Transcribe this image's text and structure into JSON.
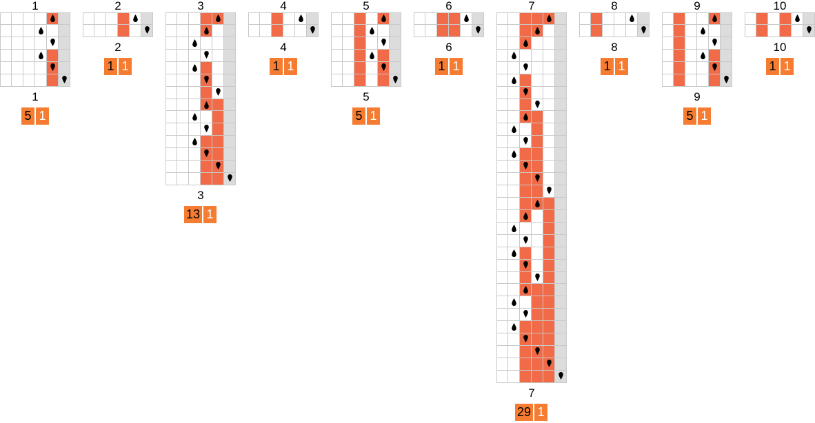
{
  "colors": {
    "active_cell": "#f26b48",
    "badge": "#f57c30",
    "gray_column": "#dcdcdc",
    "grid_line": "#c9c9c9"
  },
  "legend": {
    "marker_up": "drop-up-icon",
    "marker_down": "drop-down-icon"
  },
  "panels": [
    {
      "id": "1",
      "title": "1",
      "label": "1",
      "badge": [
        "5",
        "1"
      ],
      "rows": [
        {
          "on": [
            4
          ],
          "marker": {
            "col": 4,
            "dir": "up"
          }
        },
        {
          "on": [],
          "marker": {
            "col": 3,
            "dir": "up"
          }
        },
        {
          "on": [],
          "marker": {
            "col": 4,
            "dir": "down"
          }
        },
        {
          "on": [
            4
          ],
          "marker": {
            "col": 3,
            "dir": "up"
          }
        },
        {
          "on": [
            4
          ],
          "marker": {
            "col": 4,
            "dir": "down"
          }
        },
        {
          "on": [
            4
          ],
          "marker": {
            "col": 5,
            "dir": "down"
          }
        }
      ]
    },
    {
      "id": "2",
      "title": "2",
      "label": "2",
      "badge": [
        "1",
        "1"
      ],
      "rows": [
        {
          "on": [
            3
          ],
          "marker": {
            "col": 4,
            "dir": "up"
          }
        },
        {
          "on": [
            3
          ],
          "marker": {
            "col": 5,
            "dir": "down"
          }
        }
      ]
    },
    {
      "id": "3",
      "title": "3",
      "label": "3",
      "badge": [
        "13",
        "1"
      ],
      "rows": [
        {
          "on": [
            3,
            4
          ],
          "marker": {
            "col": 4,
            "dir": "up"
          }
        },
        {
          "on": [
            3
          ],
          "marker": {
            "col": 3,
            "dir": "up"
          }
        },
        {
          "on": [],
          "marker": {
            "col": 2,
            "dir": "up"
          }
        },
        {
          "on": [],
          "marker": {
            "col": 3,
            "dir": "down"
          }
        },
        {
          "on": [
            3
          ],
          "marker": {
            "col": 2,
            "dir": "up"
          }
        },
        {
          "on": [
            3
          ],
          "marker": {
            "col": 3,
            "dir": "down"
          }
        },
        {
          "on": [
            3
          ],
          "marker": {
            "col": 4,
            "dir": "down"
          }
        },
        {
          "on": [
            3,
            4
          ],
          "marker": {
            "col": 3,
            "dir": "up"
          }
        },
        {
          "on": [
            4
          ],
          "marker": {
            "col": 2,
            "dir": "up"
          }
        },
        {
          "on": [
            4
          ],
          "marker": {
            "col": 3,
            "dir": "down"
          }
        },
        {
          "on": [
            3,
            4
          ],
          "marker": {
            "col": 2,
            "dir": "up"
          }
        },
        {
          "on": [
            3,
            4
          ],
          "marker": {
            "col": 3,
            "dir": "down"
          }
        },
        {
          "on": [
            3,
            4
          ],
          "marker": {
            "col": 4,
            "dir": "down"
          }
        },
        {
          "on": [
            3,
            4
          ],
          "marker": {
            "col": 5,
            "dir": "down"
          }
        }
      ]
    },
    {
      "id": "4",
      "title": "4",
      "label": "4",
      "badge": [
        "1",
        "1"
      ],
      "rows": [
        {
          "on": [
            2
          ],
          "marker": {
            "col": 4,
            "dir": "up"
          }
        },
        {
          "on": [
            2
          ],
          "marker": {
            "col": 5,
            "dir": "down"
          }
        }
      ]
    },
    {
      "id": "5",
      "title": "5",
      "label": "5",
      "badge": [
        "5",
        "1"
      ],
      "rows": [
        {
          "on": [
            2,
            4
          ],
          "marker": {
            "col": 4,
            "dir": "up"
          }
        },
        {
          "on": [
            2
          ],
          "marker": {
            "col": 3,
            "dir": "up"
          }
        },
        {
          "on": [
            2
          ],
          "marker": {
            "col": 4,
            "dir": "down"
          }
        },
        {
          "on": [
            2,
            4
          ],
          "marker": {
            "col": 3,
            "dir": "up"
          }
        },
        {
          "on": [
            2,
            4
          ],
          "marker": {
            "col": 4,
            "dir": "down"
          }
        },
        {
          "on": [
            2,
            4
          ],
          "marker": {
            "col": 5,
            "dir": "down"
          }
        }
      ]
    },
    {
      "id": "6",
      "title": "6",
      "label": "6",
      "badge": [
        "1",
        "1"
      ],
      "rows": [
        {
          "on": [
            2,
            3
          ],
          "marker": {
            "col": 4,
            "dir": "up"
          }
        },
        {
          "on": [
            2,
            3
          ],
          "marker": {
            "col": 5,
            "dir": "down"
          }
        }
      ]
    },
    {
      "id": "7",
      "title": "7",
      "label": "7",
      "badge": [
        "29",
        "1"
      ],
      "rows": [
        {
          "on": [
            2,
            3,
            4
          ],
          "marker": {
            "col": 4,
            "dir": "up"
          }
        },
        {
          "on": [
            2,
            3
          ],
          "marker": {
            "col": 3,
            "dir": "up"
          }
        },
        {
          "on": [
            2
          ],
          "marker": {
            "col": 2,
            "dir": "up"
          }
        },
        {
          "on": [],
          "marker": {
            "col": 1,
            "dir": "up"
          }
        },
        {
          "on": [],
          "marker": {
            "col": 2,
            "dir": "down"
          }
        },
        {
          "on": [
            2
          ],
          "marker": {
            "col": 1,
            "dir": "up"
          }
        },
        {
          "on": [
            2
          ],
          "marker": {
            "col": 2,
            "dir": "down"
          }
        },
        {
          "on": [
            2
          ],
          "marker": {
            "col": 3,
            "dir": "down"
          }
        },
        {
          "on": [
            2,
            3
          ],
          "marker": {
            "col": 2,
            "dir": "up"
          }
        },
        {
          "on": [
            3
          ],
          "marker": {
            "col": 1,
            "dir": "up"
          }
        },
        {
          "on": [
            3
          ],
          "marker": {
            "col": 2,
            "dir": "down"
          }
        },
        {
          "on": [
            2,
            3
          ],
          "marker": {
            "col": 1,
            "dir": "up"
          }
        },
        {
          "on": [
            2,
            3
          ],
          "marker": {
            "col": 2,
            "dir": "down"
          }
        },
        {
          "on": [
            2,
            3
          ],
          "marker": {
            "col": 3,
            "dir": "down"
          }
        },
        {
          "on": [
            2,
            3
          ],
          "marker": {
            "col": 4,
            "dir": "down"
          }
        },
        {
          "on": [
            2,
            3,
            4
          ],
          "marker": {
            "col": 3,
            "dir": "up"
          }
        },
        {
          "on": [
            2,
            4
          ],
          "marker": {
            "col": 2,
            "dir": "up"
          }
        },
        {
          "on": [
            4
          ],
          "marker": {
            "col": 1,
            "dir": "up"
          }
        },
        {
          "on": [
            4
          ],
          "marker": {
            "col": 2,
            "dir": "down"
          }
        },
        {
          "on": [
            2,
            4
          ],
          "marker": {
            "col": 1,
            "dir": "up"
          }
        },
        {
          "on": [
            2,
            4
          ],
          "marker": {
            "col": 2,
            "dir": "down"
          }
        },
        {
          "on": [
            2,
            4
          ],
          "marker": {
            "col": 3,
            "dir": "down"
          }
        },
        {
          "on": [
            2,
            3,
            4
          ],
          "marker": {
            "col": 2,
            "dir": "up"
          }
        },
        {
          "on": [
            3,
            4
          ],
          "marker": {
            "col": 1,
            "dir": "up"
          }
        },
        {
          "on": [
            3,
            4
          ],
          "marker": {
            "col": 2,
            "dir": "down"
          }
        },
        {
          "on": [
            2,
            3,
            4
          ],
          "marker": {
            "col": 1,
            "dir": "up"
          }
        },
        {
          "on": [
            2,
            3,
            4
          ],
          "marker": {
            "col": 2,
            "dir": "down"
          }
        },
        {
          "on": [
            2,
            3,
            4
          ],
          "marker": {
            "col": 3,
            "dir": "down"
          }
        },
        {
          "on": [
            2,
            3,
            4
          ],
          "marker": {
            "col": 4,
            "dir": "down"
          }
        },
        {
          "on": [
            2,
            3,
            4
          ],
          "marker": {
            "col": 5,
            "dir": "down"
          }
        }
      ]
    },
    {
      "id": "8",
      "title": "8",
      "label": "8",
      "badge": [
        "1",
        "1"
      ],
      "rows": [
        {
          "on": [
            1
          ],
          "marker": {
            "col": 4,
            "dir": "up"
          }
        },
        {
          "on": [
            1
          ],
          "marker": {
            "col": 5,
            "dir": "down"
          }
        }
      ]
    },
    {
      "id": "9",
      "title": "9",
      "label": "9",
      "badge": [
        "5",
        "1"
      ],
      "rows": [
        {
          "on": [
            1,
            4
          ],
          "marker": {
            "col": 4,
            "dir": "up"
          }
        },
        {
          "on": [
            1
          ],
          "marker": {
            "col": 3,
            "dir": "up"
          }
        },
        {
          "on": [
            1
          ],
          "marker": {
            "col": 4,
            "dir": "down"
          }
        },
        {
          "on": [
            1,
            4
          ],
          "marker": {
            "col": 3,
            "dir": "up"
          }
        },
        {
          "on": [
            1,
            4
          ],
          "marker": {
            "col": 4,
            "dir": "down"
          }
        },
        {
          "on": [
            1,
            4
          ],
          "marker": {
            "col": 5,
            "dir": "down"
          }
        }
      ]
    },
    {
      "id": "10",
      "title": "10",
      "label": "10",
      "badge": [
        "1",
        "1"
      ],
      "rows": [
        {
          "on": [
            1,
            3
          ],
          "marker": {
            "col": 4,
            "dir": "up"
          }
        },
        {
          "on": [
            1,
            3
          ],
          "marker": {
            "col": 5,
            "dir": "down"
          }
        }
      ]
    }
  ]
}
